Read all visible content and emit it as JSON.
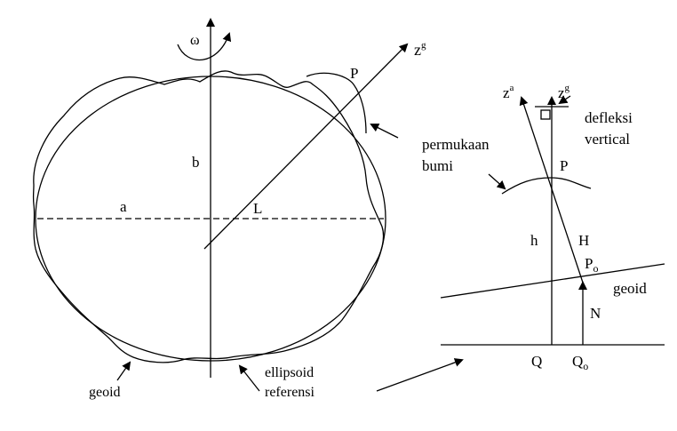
{
  "labels": {
    "omega": "ω",
    "z_g": "z",
    "z_g_sup": "g",
    "P": "P",
    "b": "b",
    "a": "a",
    "L": "L",
    "geoid_left": "geoid",
    "ellipsoid_line1": "ellipsoid",
    "ellipsoid_line2": "referensi",
    "z_a": "z",
    "z_a_sup": "a",
    "z_g2": "z",
    "z_g2_sup": "g",
    "defleksi_line1": "defleksi",
    "defleksi_line2": "vertical",
    "permukaan_line1": "permukaan",
    "permukaan_line2": "bumi",
    "P2": "P",
    "h": "h",
    "H": "H",
    "Po": "P",
    "Po_sub": "o",
    "geoid_right": "geoid",
    "N": "N",
    "Q": "Q",
    "Qo": "Q",
    "Qo_sub": "o"
  }
}
